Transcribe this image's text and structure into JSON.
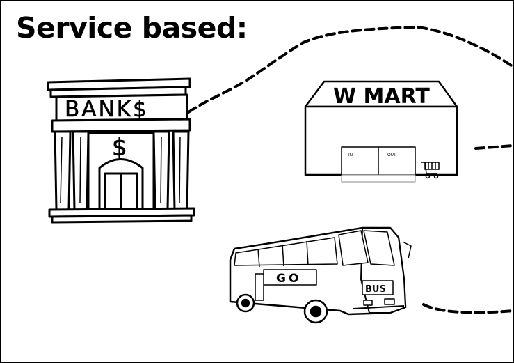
{
  "slide": {
    "title": "Service based:"
  },
  "bank": {
    "sign": "BANK$",
    "emblem": "$"
  },
  "store": {
    "sign": "W MART",
    "door_in": "IN",
    "door_out": "OUT"
  },
  "bus": {
    "side_label": "GO",
    "front_label": "BUS"
  },
  "colors": {
    "ink": "#000000",
    "background": "#ffffff"
  }
}
